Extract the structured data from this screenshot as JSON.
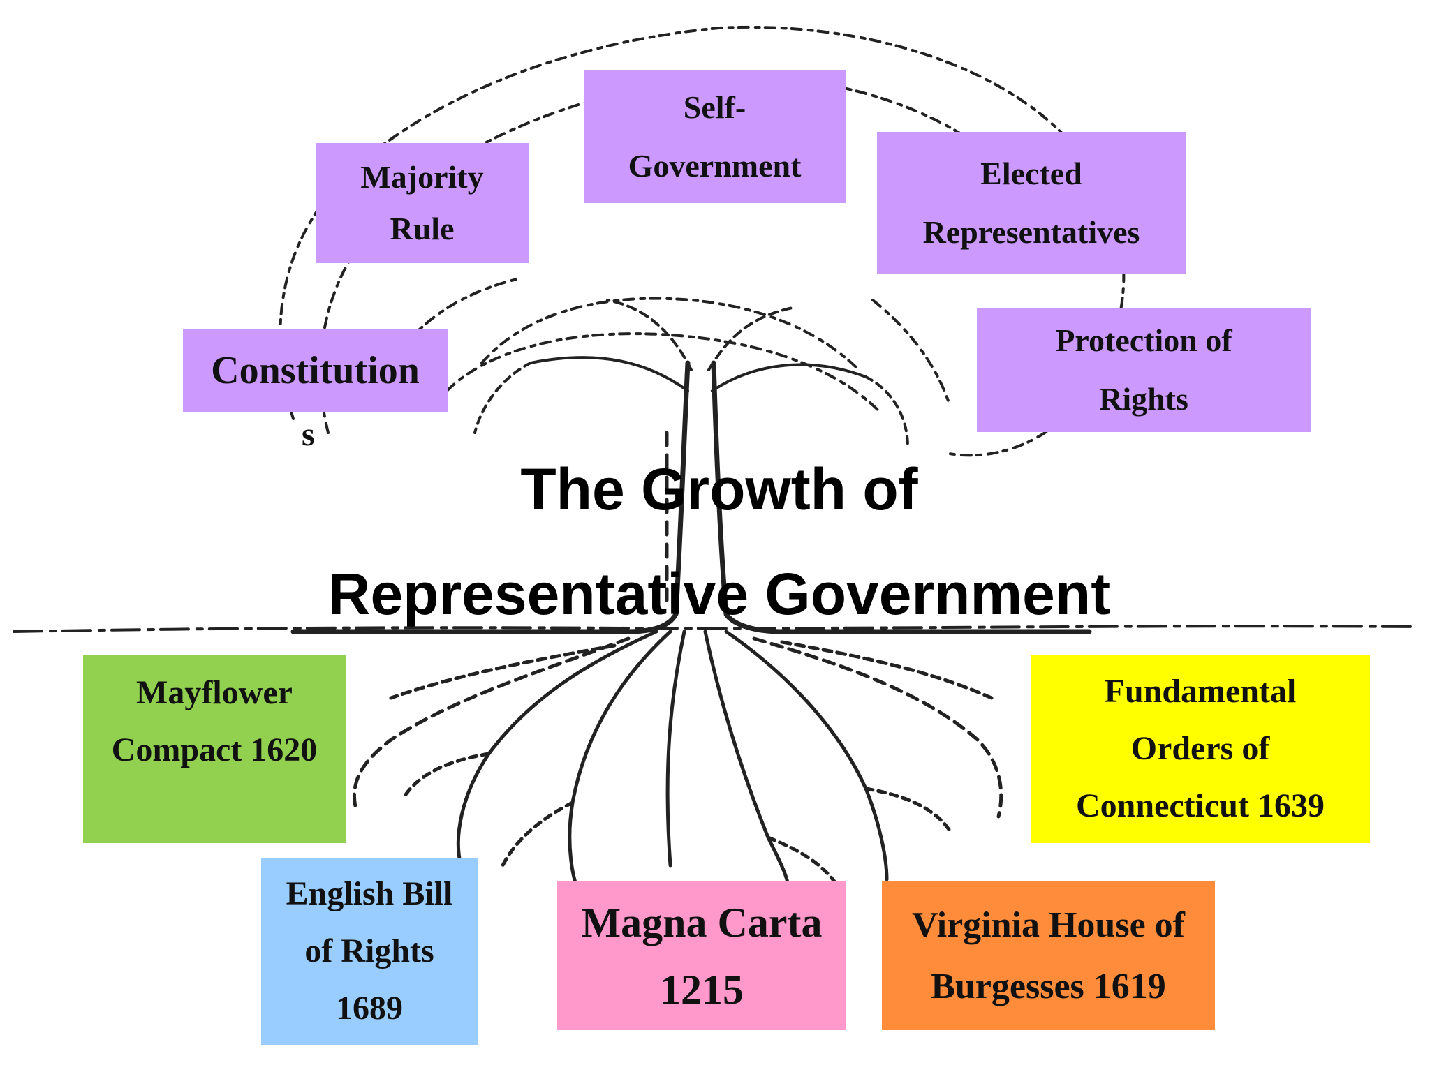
{
  "title": {
    "line1": "The Growth of",
    "line2": "Representative Government"
  },
  "branches": {
    "majority_rule": {
      "line1": "Majority",
      "line2": "Rule",
      "color": "#cc99ff"
    },
    "self_government": {
      "line1": "Self-",
      "line2": "Government",
      "color": "#cc99ff"
    },
    "elected_representatives": {
      "line1": "Elected",
      "line2": "Representatives",
      "color": "#cc99ff"
    },
    "protection_of_rights": {
      "line1": "Protection of",
      "line2": "Rights",
      "color": "#cc99ff"
    },
    "constitutions": {
      "text": "Constitution",
      "overflow": "s",
      "color": "#cc99ff"
    }
  },
  "roots": {
    "mayflower": {
      "line1": "Mayflower",
      "line2": "Compact 1620",
      "color": "#92d050"
    },
    "fundamental_orders": {
      "line1": "Fundamental",
      "line2": "Orders of",
      "line3": "Connecticut 1639",
      "color": "#ffff00"
    },
    "english_bill": {
      "line1": "English Bill",
      "line2": "of Rights",
      "line3": "1689",
      "color": "#99ccff"
    },
    "magna_carta": {
      "line1": "Magna Carta",
      "line2": "1215",
      "color": "#ff99cc"
    },
    "virginia_house": {
      "line1": "Virginia House of",
      "line2": "Burgesses 1619",
      "color": "#ff8c3a"
    }
  }
}
